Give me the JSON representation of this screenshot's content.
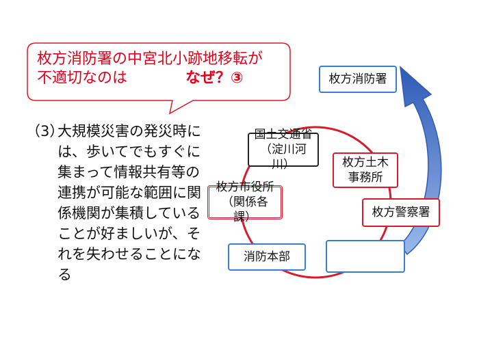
{
  "callout": {
    "line1": "枚方消防署の中宮北小跡地移転が",
    "line2": "不適切なのは",
    "emphasis": "なぜ？③"
  },
  "explanation": {
    "number": "（3）",
    "text": "大規模災害の発災時には、歩いてでもすぐに集まって情報共有等の連携が可能な範囲に関係機関が集積していることが好ましいが、それを失わせることになる"
  },
  "diagram": {
    "fire_station": "枚方消防署",
    "mlit": "国土交通省（淀川河川）",
    "public_works": "枚方土木事務所",
    "city_hall": "枚方市役所（関係各課）",
    "police": "枚方警察署",
    "fire_hq": "消防本部",
    "empty_box": ""
  },
  "colors": {
    "red": "#d81b2a",
    "blue": "#3a7bd5",
    "arrow": "#2f5bb7"
  }
}
